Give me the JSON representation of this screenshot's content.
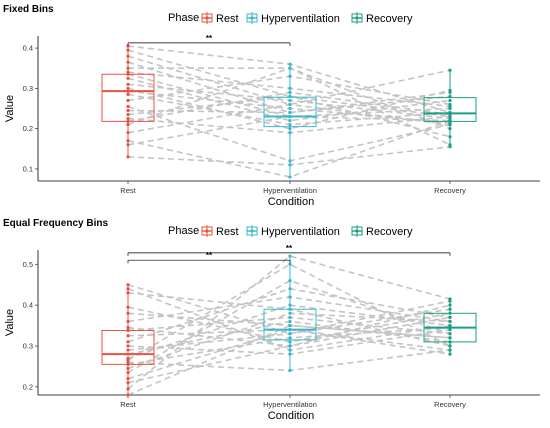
{
  "chart_data": [
    {
      "type": "box",
      "title": "Fixed Bins",
      "legend_title": "Phase",
      "legend_position": "top",
      "xlabel": "Condition",
      "ylabel": "Value",
      "categories": [
        "Rest",
        "Hyperventilation",
        "Recovery"
      ],
      "colors": [
        "#e8533f",
        "#38b7cf",
        "#1a9e86"
      ],
      "ylim": [
        0.07,
        0.43
      ],
      "yticks": [
        0.1,
        0.2,
        0.3,
        0.4
      ],
      "grid": false,
      "boxes": [
        {
          "q1": 0.218,
          "median": 0.293,
          "q3": 0.335,
          "min": 0.13,
          "max": 0.405
        },
        {
          "q1": 0.205,
          "median": 0.23,
          "q3": 0.278,
          "min": 0.08,
          "max": 0.36
        },
        {
          "q1": 0.218,
          "median": 0.238,
          "q3": 0.277,
          "min": 0.155,
          "max": 0.345
        }
      ],
      "subjects": [
        [
          0.405,
          0.36,
          0.24
        ],
        [
          0.395,
          0.28,
          0.23
        ],
        [
          0.38,
          0.26,
          0.345
        ],
        [
          0.365,
          0.24,
          0.29
        ],
        [
          0.35,
          0.35,
          0.2
        ],
        [
          0.34,
          0.3,
          0.255
        ],
        [
          0.335,
          0.23,
          0.22
        ],
        [
          0.325,
          0.22,
          0.27
        ],
        [
          0.31,
          0.27,
          0.225
        ],
        [
          0.3,
          0.2,
          0.295
        ],
        [
          0.293,
          0.25,
          0.215
        ],
        [
          0.285,
          0.21,
          0.24
        ],
        [
          0.27,
          0.33,
          0.26
        ],
        [
          0.255,
          0.12,
          0.21
        ],
        [
          0.245,
          0.24,
          0.28
        ],
        [
          0.235,
          0.28,
          0.18
        ],
        [
          0.225,
          0.19,
          0.23
        ],
        [
          0.218,
          0.29,
          0.235
        ],
        [
          0.21,
          0.35,
          0.16
        ],
        [
          0.19,
          0.26,
          0.21
        ],
        [
          0.17,
          0.08,
          0.22
        ],
        [
          0.16,
          0.23,
          0.25
        ],
        [
          0.13,
          0.11,
          0.155
        ]
      ],
      "significance": [
        {
          "from": "Rest",
          "to": "Hyperventilation",
          "label": "**",
          "y": 0.413
        }
      ]
    },
    {
      "type": "box",
      "title": "Equal Frequency Bins",
      "legend_title": "Phase",
      "legend_position": "top",
      "xlabel": "Condition",
      "ylabel": "Value",
      "categories": [
        "Rest",
        "Hyperventilation",
        "Recovery"
      ],
      "colors": [
        "#e8533f",
        "#38b7cf",
        "#1a9e86"
      ],
      "ylim": [
        0.18,
        0.535
      ],
      "yticks": [
        0.2,
        0.3,
        0.4,
        0.5
      ],
      "grid": false,
      "boxes": [
        {
          "q1": 0.255,
          "median": 0.28,
          "q3": 0.338,
          "min": 0.18,
          "max": 0.45
        },
        {
          "q1": 0.315,
          "median": 0.34,
          "q3": 0.39,
          "min": 0.24,
          "max": 0.52
        },
        {
          "q1": 0.31,
          "median": 0.345,
          "q3": 0.38,
          "min": 0.28,
          "max": 0.415
        }
      ],
      "subjects": [
        [
          0.45,
          0.33,
          0.41
        ],
        [
          0.44,
          0.29,
          0.35
        ],
        [
          0.43,
          0.39,
          0.3
        ],
        [
          0.395,
          0.31,
          0.38
        ],
        [
          0.38,
          0.35,
          0.32
        ],
        [
          0.36,
          0.42,
          0.36
        ],
        [
          0.345,
          0.3,
          0.4
        ],
        [
          0.338,
          0.37,
          0.33
        ],
        [
          0.325,
          0.34,
          0.29
        ],
        [
          0.31,
          0.44,
          0.37
        ],
        [
          0.3,
          0.28,
          0.34
        ],
        [
          0.29,
          0.33,
          0.39
        ],
        [
          0.28,
          0.36,
          0.31
        ],
        [
          0.27,
          0.4,
          0.35
        ],
        [
          0.265,
          0.5,
          0.3
        ],
        [
          0.26,
          0.24,
          0.29
        ],
        [
          0.255,
          0.32,
          0.345
        ],
        [
          0.245,
          0.38,
          0.36
        ],
        [
          0.235,
          0.46,
          0.33
        ],
        [
          0.22,
          0.34,
          0.28
        ],
        [
          0.21,
          0.3,
          0.37
        ],
        [
          0.195,
          0.52,
          0.415
        ],
        [
          0.18,
          0.35,
          0.32
        ]
      ],
      "significance": [
        {
          "from": "Rest",
          "to": "Hyperventilation",
          "label": "**",
          "y": 0.51
        },
        {
          "from": "Rest",
          "to": "Recovery",
          "label": "**",
          "y": 0.528
        }
      ]
    }
  ]
}
